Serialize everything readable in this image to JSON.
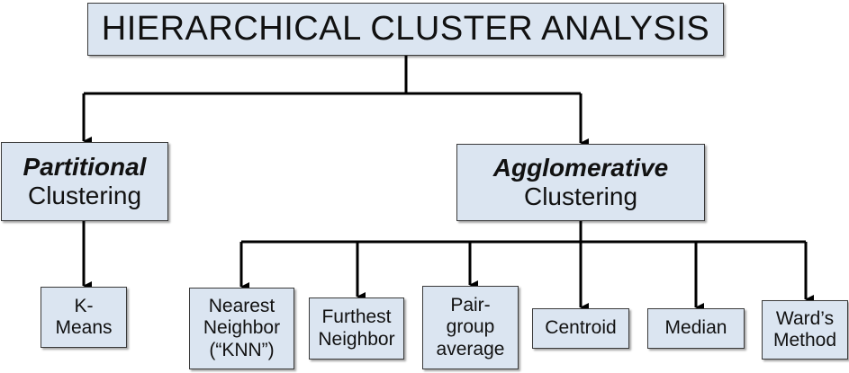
{
  "title": "HIERARCHICAL CLUSTER ANALYSIS",
  "partitional": {
    "emphasis": "Partitional",
    "rest": "Clustering"
  },
  "agglomerative": {
    "emphasis": "Agglomerative",
    "rest": "Clustering"
  },
  "partitional_methods": [
    {
      "line1": "K-",
      "line2": "Means"
    }
  ],
  "agglomerative_methods": [
    {
      "line1": "Nearest",
      "line2": "Neighbor",
      "line3": "(“KNN”)"
    },
    {
      "line1": "Furthest",
      "line2": "Neighbor"
    },
    {
      "line1": "Pair-",
      "line2": "group",
      "line3": "average"
    },
    {
      "line1": "Centroid"
    },
    {
      "line1": "Median"
    },
    {
      "line1": "Ward’s",
      "line2": "Method"
    }
  ],
  "colors": {
    "box_fill": "#dbe5f1",
    "border": "#3a3a3a",
    "connector": "#000000"
  }
}
